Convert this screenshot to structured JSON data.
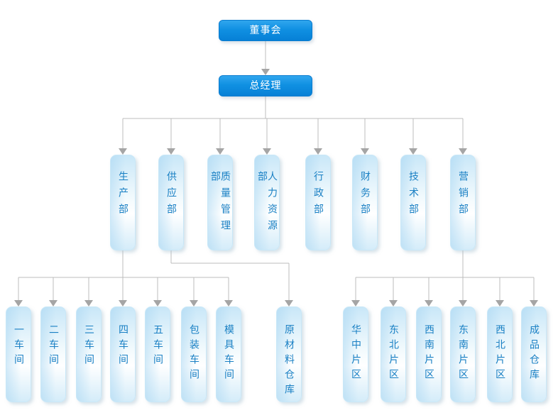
{
  "org_chart": {
    "board": {
      "label": "董事会"
    },
    "general_manager": {
      "label": "总经理"
    },
    "departments": [
      {
        "label": "生产部"
      },
      {
        "label": "供应部"
      },
      {
        "label": "质量管理部"
      },
      {
        "label": "人力资源部"
      },
      {
        "label": "行政部"
      },
      {
        "label": "财务部"
      },
      {
        "label": "技术部"
      },
      {
        "label": "营销部"
      }
    ],
    "production_units": [
      {
        "label": "一车间"
      },
      {
        "label": "二车间"
      },
      {
        "label": "三车间"
      },
      {
        "label": "四车间"
      },
      {
        "label": "五车间"
      },
      {
        "label": "包装车间"
      },
      {
        "label": "模具车间"
      }
    ],
    "supply_units": [
      {
        "label": "原材料仓库"
      }
    ],
    "marketing_units": [
      {
        "label": "华中片区"
      },
      {
        "label": "东北片区"
      },
      {
        "label": "西南片区"
      },
      {
        "label": "东南片区"
      },
      {
        "label": "西北片区"
      },
      {
        "label": "成品仓库"
      }
    ]
  },
  "colors": {
    "executive_box_top": "#30a6ee",
    "executive_box_bottom": "#0680d6",
    "executive_text": "#ffffff",
    "department_box_fill_top": "#c9e7f8",
    "department_box_fill_mid": "#ffffff",
    "department_text": "#1a80c4",
    "connector_line": "#bcbcbc",
    "connector_arrow": "#a5a5a5"
  }
}
